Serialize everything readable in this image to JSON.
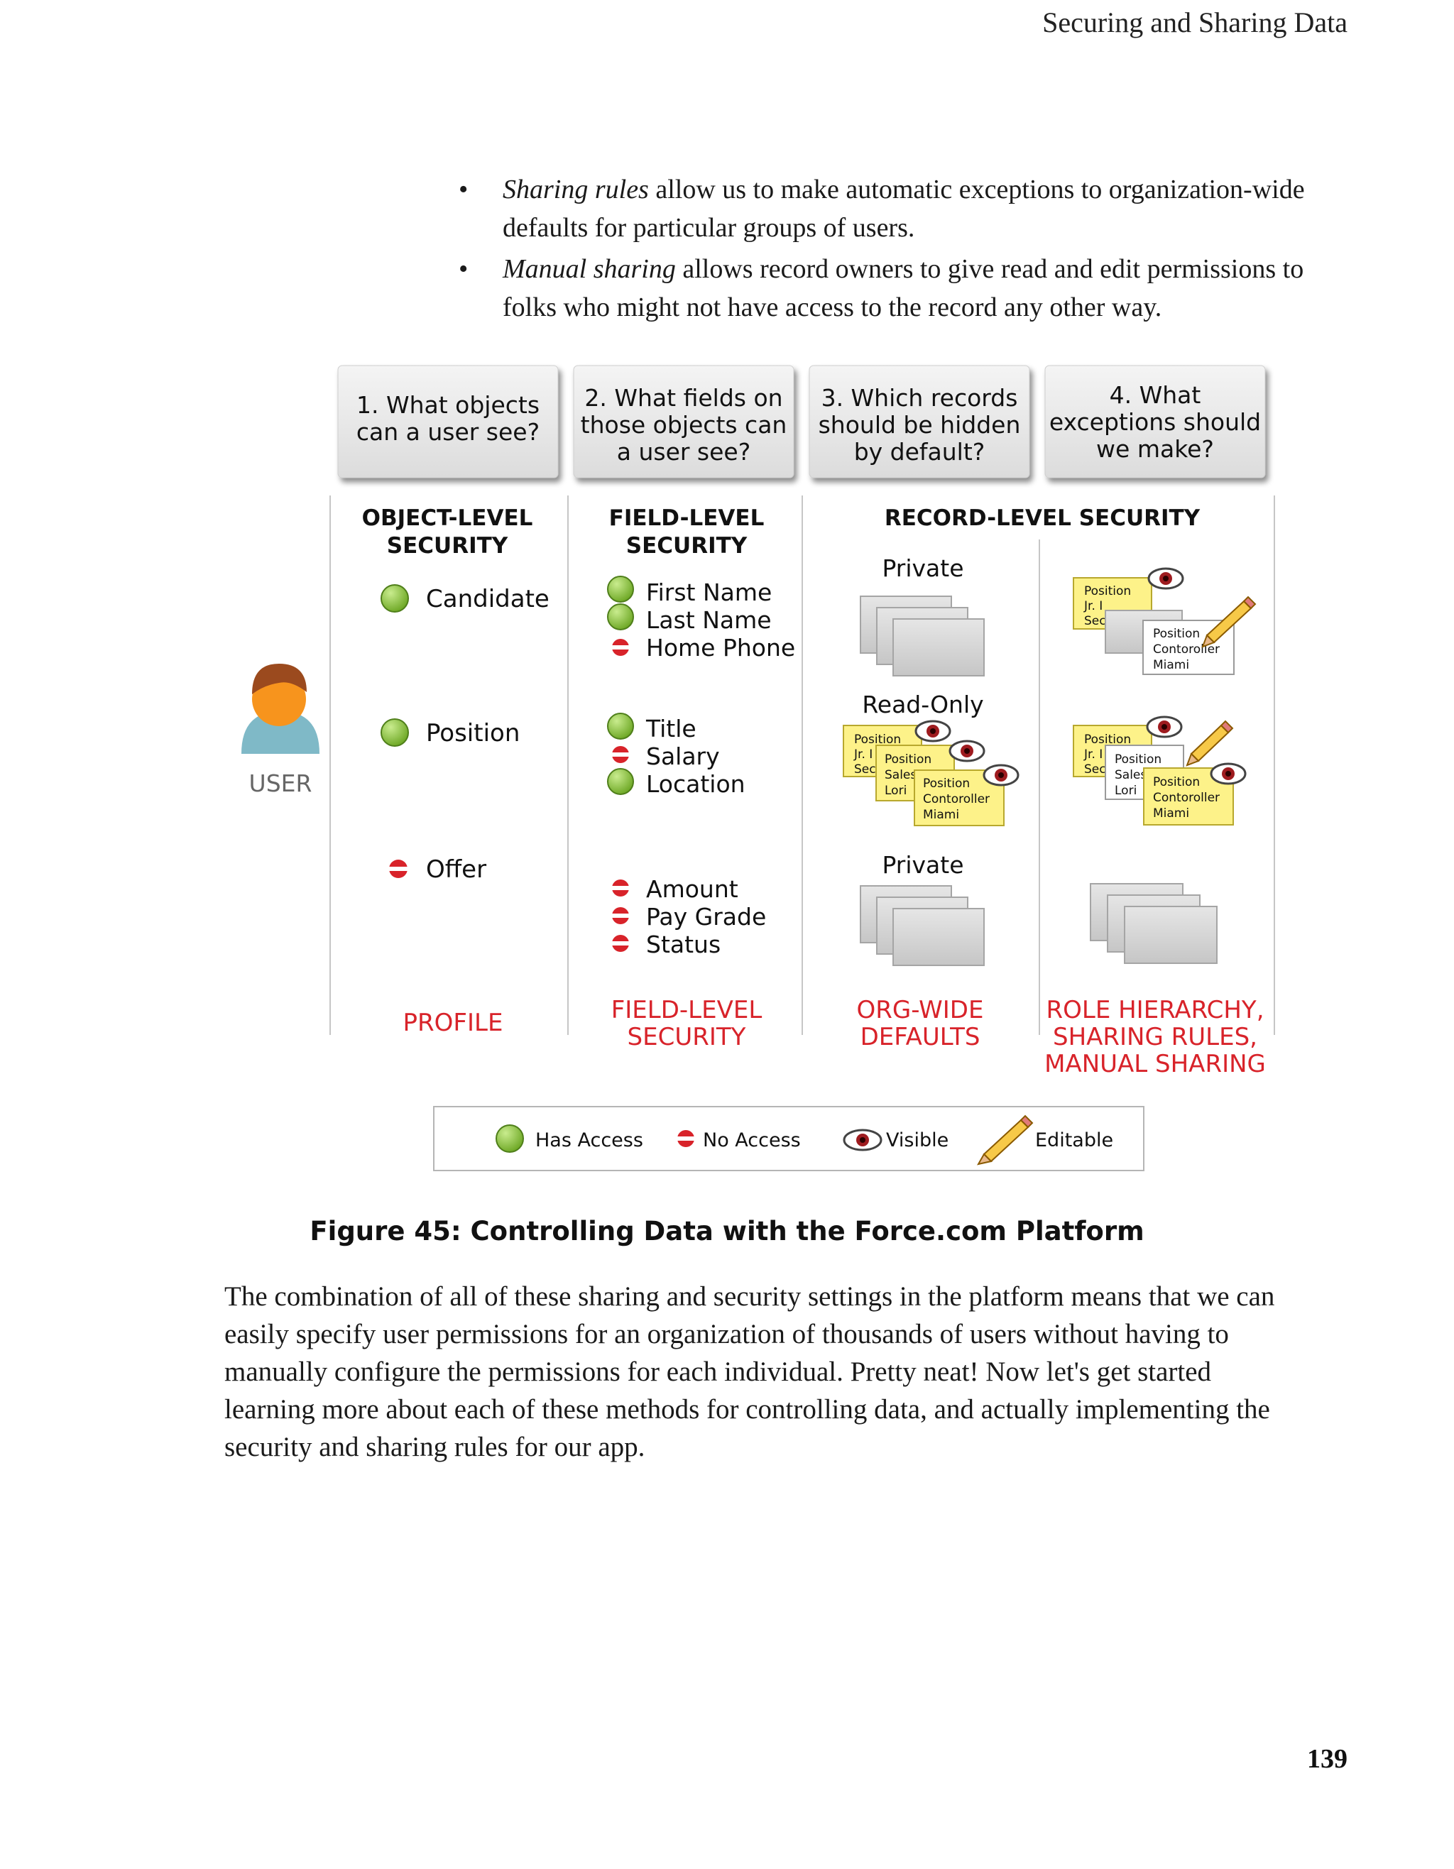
{
  "header": {
    "running_head": "Securing and Sharing Data"
  },
  "bullets": [
    {
      "term": "Sharing rules",
      "text": " allow us to make automatic exceptions to organization-wide defaults for particular groups of users."
    },
    {
      "term": "Manual sharing",
      "text": " allows record owners to give read and edit permissions to folks who might not have access to the record any other way."
    }
  ],
  "figure": {
    "questions": [
      {
        "lines": [
          "1. What objects",
          "can a user see?"
        ]
      },
      {
        "lines": [
          "2. What fields on",
          "those objects can",
          "a user see?"
        ]
      },
      {
        "lines": [
          "3. Which records",
          "should be hidden",
          "by default?"
        ]
      },
      {
        "lines": [
          "4. What",
          "exceptions should",
          "we make?"
        ]
      }
    ],
    "column_titles": {
      "object": [
        "OBJECT-LEVEL",
        "SECURITY"
      ],
      "field": [
        "FIELD-LEVEL",
        "SECURITY"
      ],
      "record": "RECORD-LEVEL SECURITY"
    },
    "user_label": "USER",
    "objects": [
      {
        "name": "Candidate",
        "access": "has"
      },
      {
        "name": "Position",
        "access": "has"
      },
      {
        "name": "Offer",
        "access": "none"
      }
    ],
    "field_groups": [
      [
        {
          "name": "First Name",
          "access": "has"
        },
        {
          "name": "Last Name",
          "access": "has"
        },
        {
          "name": "Home Phone",
          "access": "none"
        }
      ],
      [
        {
          "name": "Title",
          "access": "has"
        },
        {
          "name": "Salary",
          "access": "none"
        },
        {
          "name": "Location",
          "access": "has"
        }
      ],
      [
        {
          "name": "Amount",
          "access": "none"
        },
        {
          "name": "Pay Grade",
          "access": "none"
        },
        {
          "name": "Status",
          "access": "none"
        }
      ]
    ],
    "org_wide_labels": [
      "Private",
      "Read-Only",
      "Private"
    ],
    "record_card_text": {
      "card_a": [
        "Position",
        "Jr. I",
        "Sec"
      ],
      "card_b": [
        "Position",
        "Sales",
        "Lori"
      ],
      "card_c": [
        "Position",
        "Contoroller",
        "Miami"
      ]
    },
    "bottom_labels": {
      "profile": [
        "PROFILE"
      ],
      "fls": [
        "FIELD-LEVEL",
        "SECURITY"
      ],
      "owd": [
        "ORG-WIDE",
        "DEFAULTS"
      ],
      "sharing": [
        "ROLE HIERARCHY,",
        "SHARING RULES,",
        "MANUAL SHARING"
      ]
    },
    "legend": {
      "has_access": "Has Access",
      "no_access": "No Access",
      "visible": "Visible",
      "editable": "Editable"
    },
    "colors": {
      "has_access": "#8dc63f",
      "no_access": "#d8232a",
      "highlight": "#d8232a",
      "card_yellow": "#fdf289"
    }
  },
  "caption": "Figure 45: Controlling Data with the Force.com Platform",
  "paragraph": "The combination of all of these sharing and security settings in the platform means that we can easily specify user permissions for an organization of thousands of users without having to manually configure the permissions for each individual. Pretty neat! Now let's get started learning more about each of these methods for controlling data, and actually implementing the security and sharing rules for our app.",
  "page_number": "139"
}
